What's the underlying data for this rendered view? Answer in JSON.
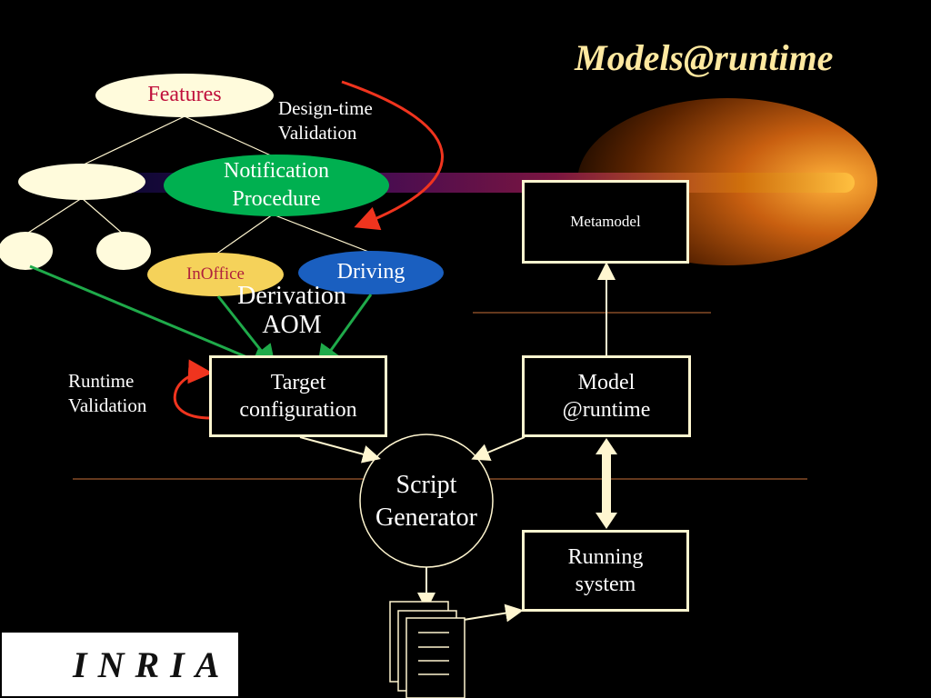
{
  "title": "Models@runtime",
  "feature_tree": {
    "root": "Features",
    "notification": "Notification\nProcedure",
    "inoffice": "InOffice",
    "driving": "Driving"
  },
  "labels": {
    "design_time": "Design-time\nValidation",
    "derivation": "Derivation\nAOM",
    "runtime_validation": "Runtime\nValidation"
  },
  "boxes": {
    "metamodel": "Metamodel",
    "target_config": "Target\nconfiguration",
    "model_runtime": "Model\n@runtime",
    "running_system": "Running\nsystem",
    "script_generator": "Script\nGenerator"
  },
  "logo": {
    "text": "INRIA"
  },
  "colors": {
    "title": "#ffe9a0",
    "features_fill": "#fffbdc",
    "features_text": "#c0103c",
    "notification_fill": "#00b050",
    "inoffice_fill": "#f5d25a",
    "driving_fill": "#1a5fc0",
    "arrow_green": "#1faa4a",
    "arrow_red": "#f0341e",
    "box_border": "#fff6d0"
  }
}
